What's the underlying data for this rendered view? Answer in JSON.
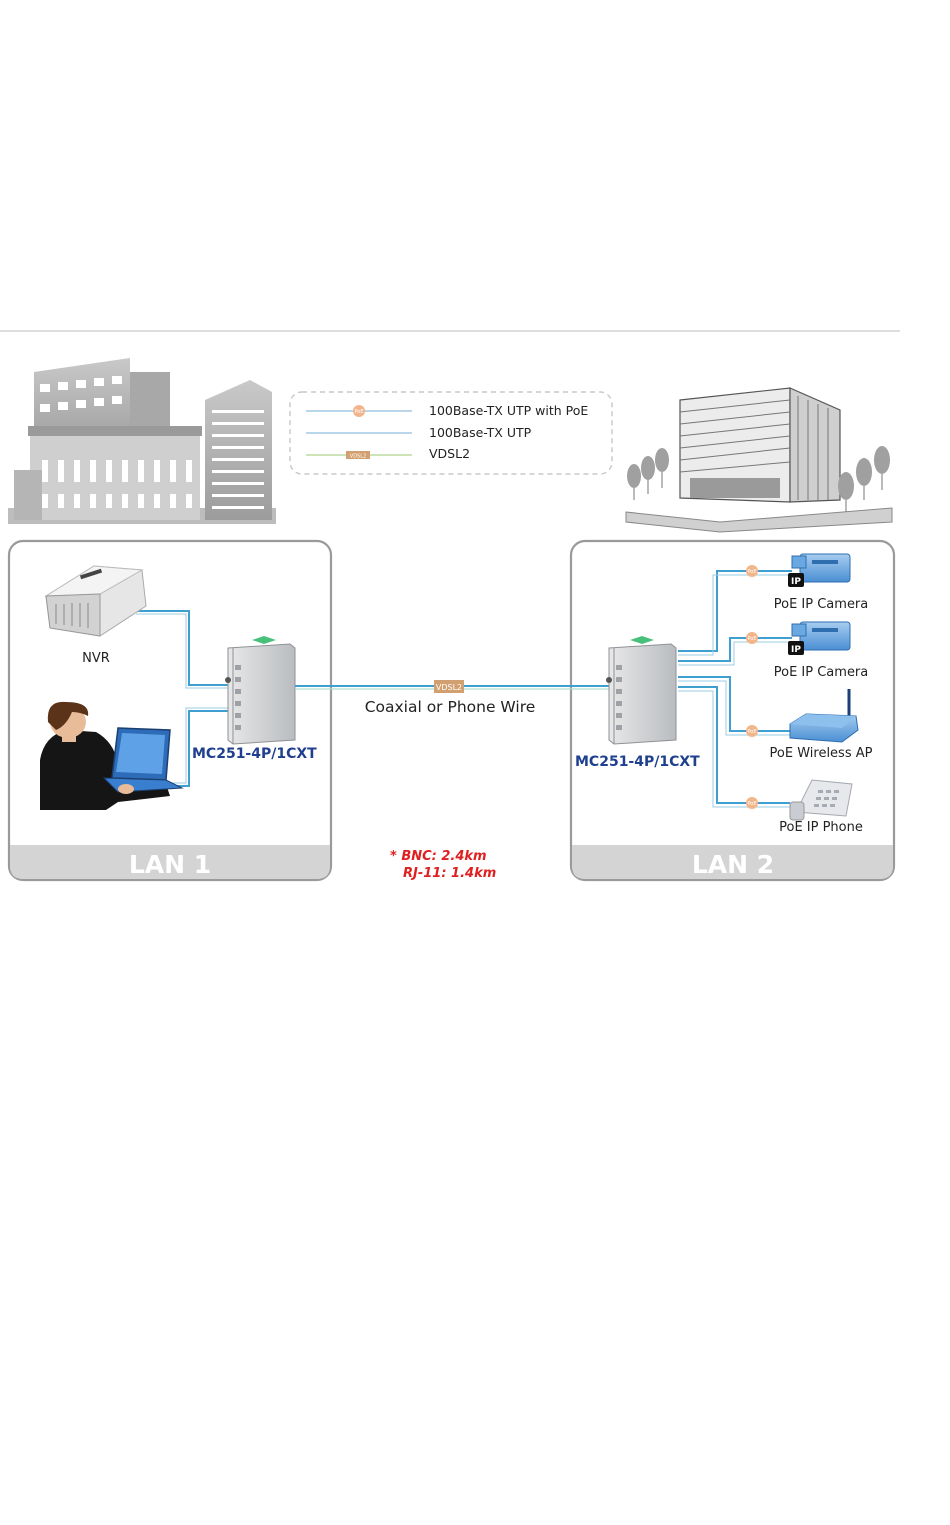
{
  "legend": {
    "items": [
      {
        "label": "100Base-TX UTP with PoE",
        "marker": "PoE"
      },
      {
        "label": "100Base-TX UTP",
        "marker": ""
      },
      {
        "label": "VDSL2",
        "marker": "VDSL2"
      }
    ]
  },
  "lan1": {
    "title": "LAN 1",
    "nvr_label": "NVR",
    "switch_label": "MC251-4P/1CXT"
  },
  "lan2": {
    "title": "LAN 2",
    "switch_label": "MC251-4P/1CXT",
    "devices": [
      {
        "label": "PoE IP Camera",
        "icon": "ip-camera-icon",
        "badge": "IP"
      },
      {
        "label": "PoE IP Camera",
        "icon": "ip-camera-icon",
        "badge": "IP"
      },
      {
        "label": "PoE Wireless AP",
        "icon": "wireless-ap-icon",
        "badge": ""
      },
      {
        "label": "PoE IP Phone",
        "icon": "ip-phone-icon",
        "badge": ""
      }
    ],
    "poe_marker": "PoE"
  },
  "link": {
    "label": "Coaxial or Phone Wire",
    "marker": "VDSL2"
  },
  "distance_note": {
    "line1": "* BNC: 2.4km",
    "line2": "RJ-11: 1.4km"
  },
  "colors": {
    "cable": "#3f9fd0",
    "panel_border": "#9a9a9a",
    "panel_footer": "#d4d4d4",
    "switch_label": "#1f3f8f",
    "note": "#e02020",
    "poe_marker": "#f2b48a",
    "vdsl_marker": "#d2a070"
  }
}
